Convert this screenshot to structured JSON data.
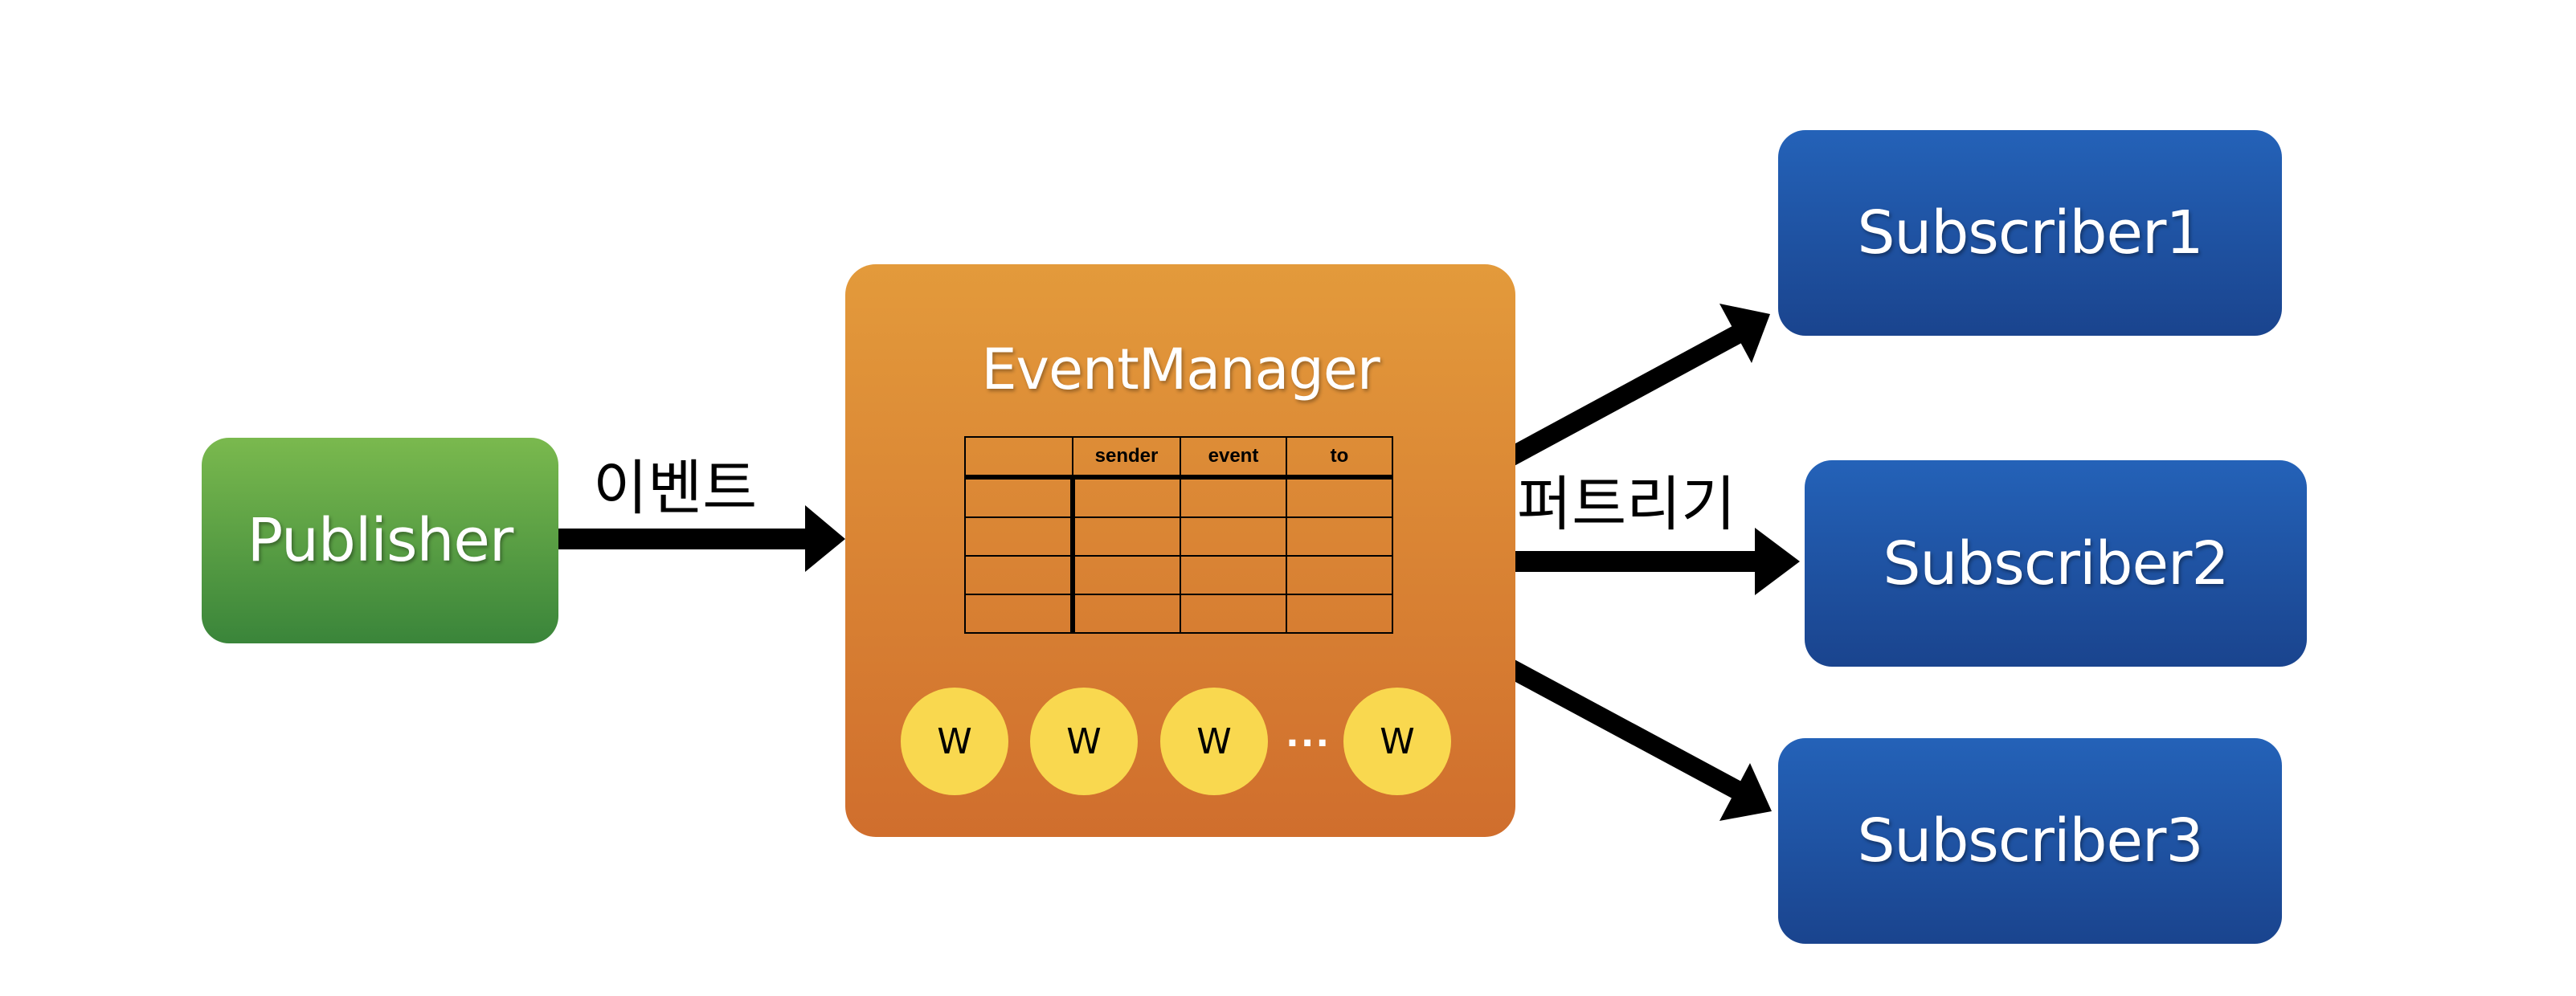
{
  "publisher": {
    "label": "Publisher",
    "color_top": "#7ab94e",
    "color_bottom": "#3a853a"
  },
  "event_manager": {
    "title": "EventManager",
    "color_top": "#e39a3b",
    "color_bottom": "#d06e2d",
    "table": {
      "headers": [
        "",
        "sender",
        "event",
        "to"
      ],
      "rows": [
        [
          "",
          "",
          "",
          ""
        ],
        [
          "",
          "",
          "",
          ""
        ],
        [
          "",
          "",
          "",
          ""
        ],
        [
          "",
          "",
          "",
          ""
        ]
      ]
    },
    "workers": [
      "W",
      "W",
      "W",
      "W"
    ],
    "ellipsis": "...",
    "worker_color": "#f9d84f"
  },
  "subscribers": [
    {
      "label": "Subscriber1"
    },
    {
      "label": "Subscriber2"
    },
    {
      "label": "Subscriber3"
    }
  ],
  "subscriber_color_top": "#2462b8",
  "subscriber_color_bottom": "#1a448e",
  "edges": [
    {
      "from": "Publisher",
      "to": "EventManager",
      "label": "이벤트"
    },
    {
      "from": "EventManager",
      "to": "Subscriber1",
      "label": ""
    },
    {
      "from": "EventManager",
      "to": "Subscriber2",
      "label": "퍼트리기"
    },
    {
      "from": "EventManager",
      "to": "Subscriber3",
      "label": ""
    }
  ]
}
